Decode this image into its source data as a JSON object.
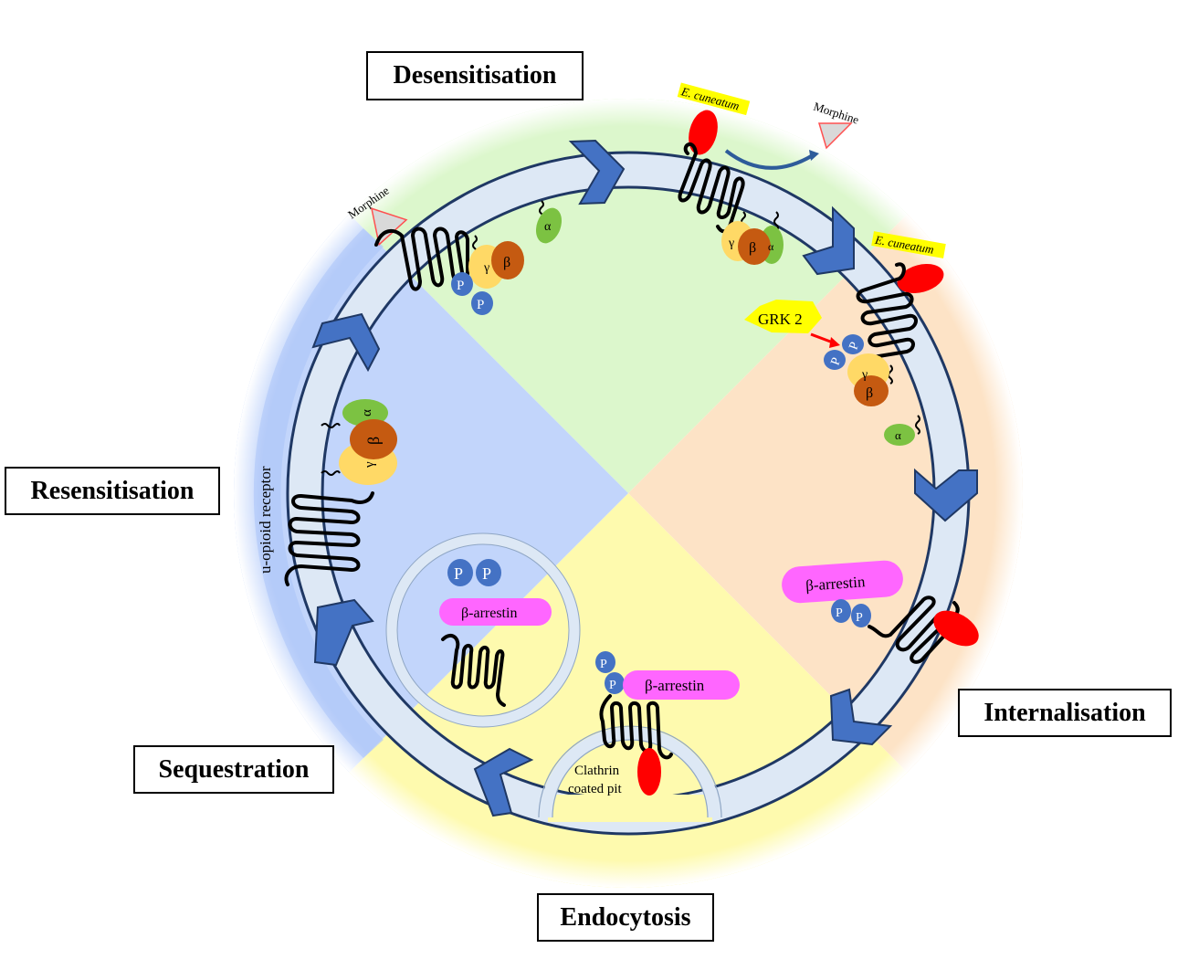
{
  "diagram": {
    "title": "Mu-opioid receptor regulation cycle",
    "stages": {
      "desensitisation": "Desensitisation",
      "internalisation": "Internalisation",
      "endocytosis": "Endocytosis",
      "sequestration": "Sequestration",
      "resensitisation": "Resensitisation"
    },
    "labels": {
      "morphine": "Morphine",
      "e_cuneatum": "E. cuneatum",
      "grk2": "GRK 2",
      "beta_arrestin": "β-arrestin",
      "phosphate": "P",
      "alpha": "α",
      "beta": "β",
      "gamma": "γ",
      "clathrin_line1": "Clathrin",
      "clathrin_line2": "coated pit",
      "receptor": "u-opioid receptor"
    },
    "colors": {
      "desensitisation_zone": "#dcf7cc",
      "internalisation_zone": "#fde3c6",
      "endocytosis_zone": "#fefaae",
      "resensitisation_zone": "#c2d5fb",
      "membrane": "#dde8f5",
      "membrane_stroke": "#1f3864",
      "arrow": "#4472c4",
      "alpha_subunit": "#7cc242",
      "beta_subunit": "#c55a11",
      "gamma_subunit": "#ffd966",
      "phosphate": "#4472c4",
      "arrestin": "#ff66ff",
      "ligand_red": "#ff0000",
      "highlight_yellow": "#ffff00",
      "morphine_fill": "#d9d9d9"
    }
  }
}
